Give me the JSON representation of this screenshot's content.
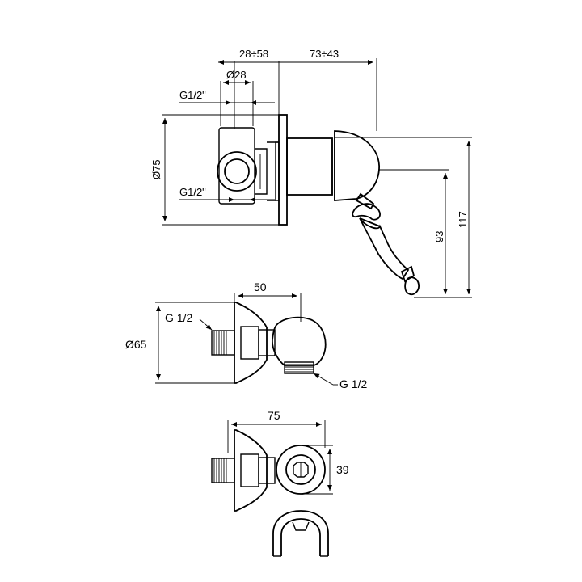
{
  "top_view": {
    "dim_28_58": "28÷58",
    "dim_73_43": "73÷43",
    "dim_d28": "Ø28",
    "dim_g12_top": "G1/2\"",
    "dim_g12_bottom": "G1/2\"",
    "dim_d75": "Ø75",
    "dim_93": "93",
    "dim_117": "117"
  },
  "middle_view": {
    "dim_50": "50",
    "dim_g12_left": "G 1/2",
    "dim_g12_right": "G 1/2",
    "dim_d65": "Ø65"
  },
  "bottom_view": {
    "dim_75": "75",
    "dim_39": "39"
  }
}
